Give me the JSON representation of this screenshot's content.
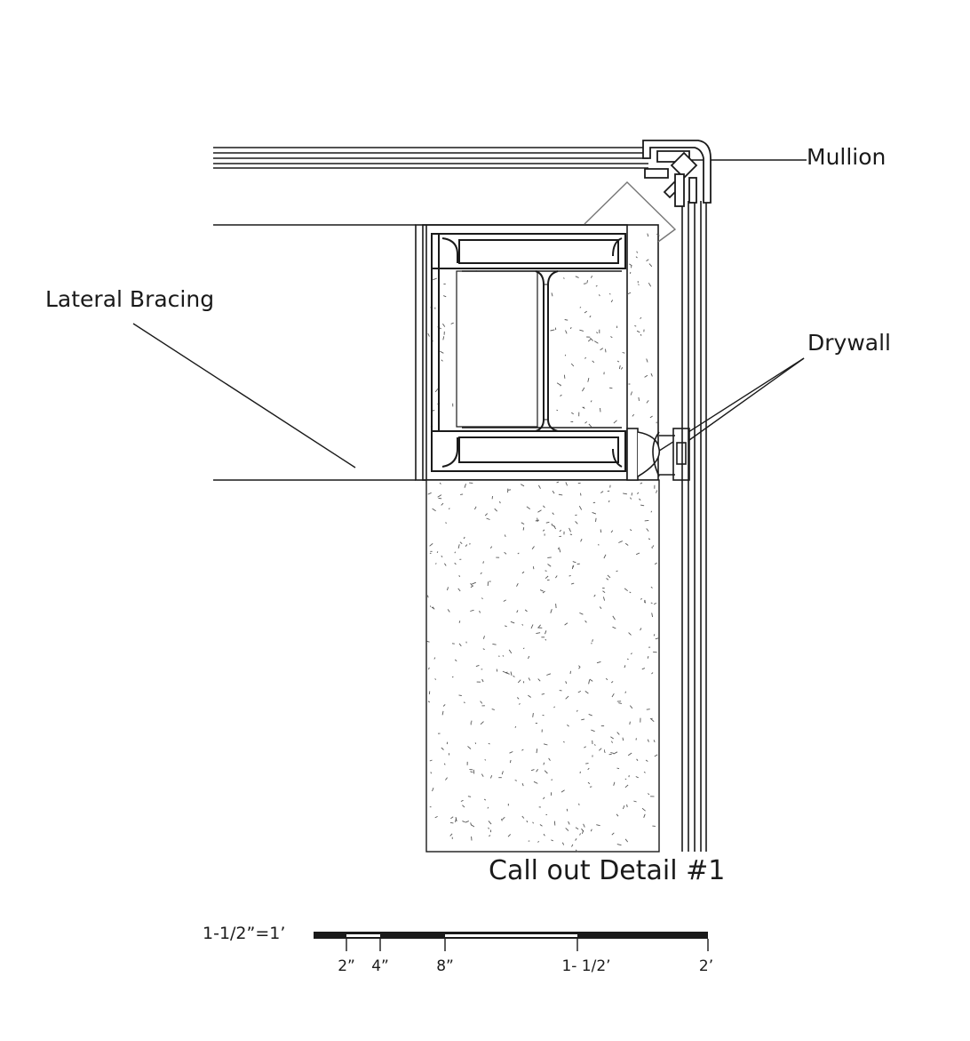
{
  "labels": {
    "mullion": "Mullion",
    "lateral_bracing": "Lateral Bracing",
    "drywall": "Drywall",
    "callout": "Call out Detail #1"
  },
  "scale_bar": {
    "ratio": "1-1/2”=1’",
    "ticks": [
      "2”",
      "4”",
      "8”",
      "1- 1/2’",
      "2’"
    ]
  },
  "colors": {
    "line": "#1a1a1a",
    "fill": "#ffffff",
    "speckle": "#555555",
    "gray_outline": "#777777"
  }
}
